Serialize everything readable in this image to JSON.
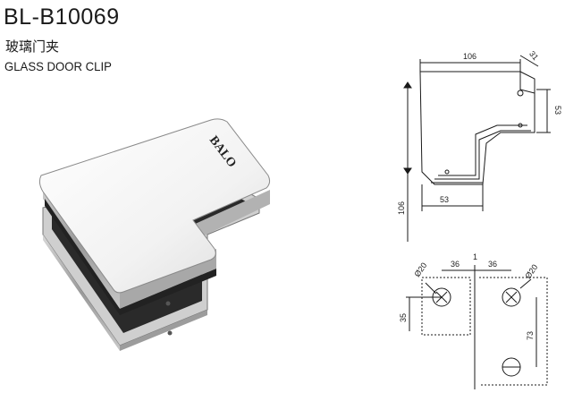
{
  "product": {
    "model": "BL-B10069",
    "name_cn": "玻璃门夹",
    "name_en": "GLASS DOOR CLIP",
    "brand_mark": "BALO"
  },
  "drawing": {
    "top_view": {
      "width": "106",
      "depth": "31",
      "right_height": "53",
      "left_height": "106",
      "bottom_width": "53"
    },
    "hole_detail": {
      "left_offset": "36",
      "gap": "1",
      "right_offset": "36",
      "left_diameter": "Ø20",
      "right_diameter": "Ø20",
      "vertical": "35",
      "hole_spacing": "73"
    }
  },
  "colors": {
    "line": "#1a1a1a",
    "metal_light": "#f4f4f4",
    "metal_dark": "#7a7a7a"
  }
}
